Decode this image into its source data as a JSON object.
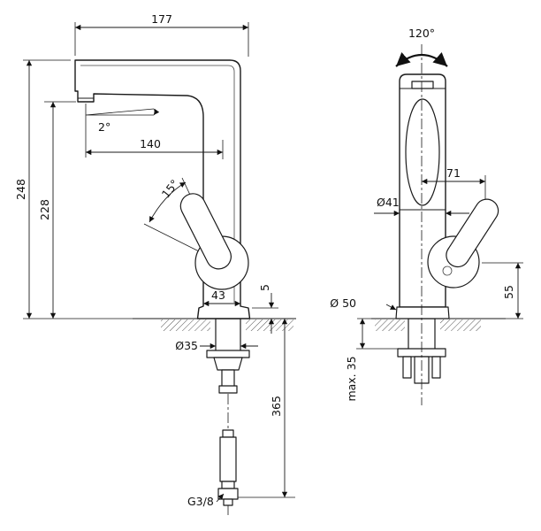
{
  "drawing": {
    "labels": {
      "w177": "177",
      "deg120": "120°",
      "deg2": "2°",
      "w140": "140",
      "deg15": "15°",
      "h248": "248",
      "h228": "228",
      "w71": "71",
      "d41": "Ø41",
      "w43": "43",
      "h5": "5",
      "d35": "Ø35",
      "d50": "Ø 50",
      "h55": "55",
      "max35": "max. 35",
      "h365": "365",
      "thread": "G3/8"
    }
  }
}
